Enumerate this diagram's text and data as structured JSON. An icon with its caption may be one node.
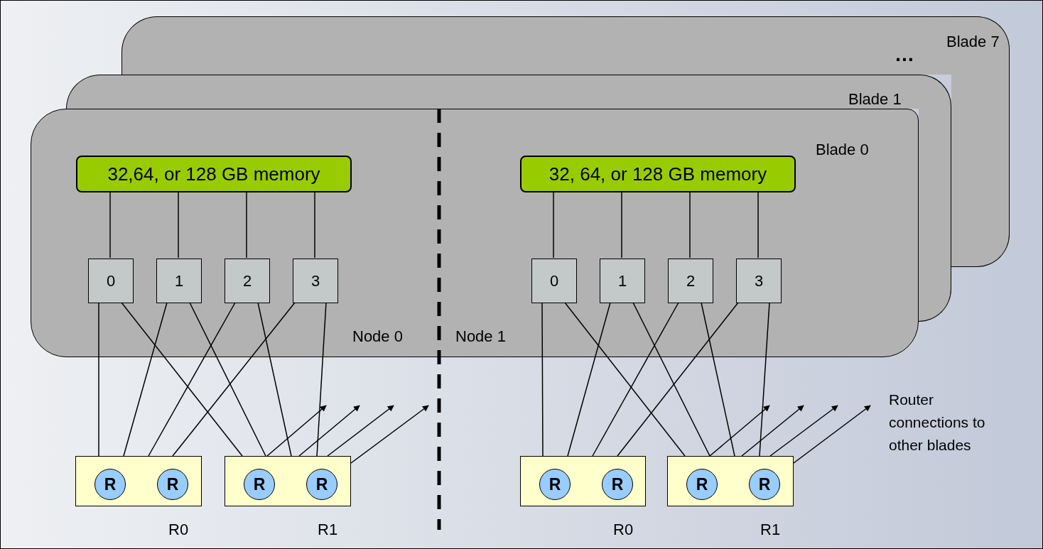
{
  "diagram": {
    "nodes": [
      {
        "text": [
          "Blade 7"
        ]
      },
      {
        "text": [
          "Blade 1"
        ]
      },
      {
        "text": [
          "Blade 0"
        ]
      },
      {
        "text": [
          "32,64, or 128 GB memory"
        ],
        "in": 2
      },
      {
        "text": [
          "0"
        ],
        "in": 2
      },
      {
        "text": [
          "1"
        ],
        "in": 2
      },
      {
        "text": [
          "2"
        ],
        "in": 2
      },
      {
        "text": [
          "3"
        ],
        "in": 2
      },
      {
        "text": [
          "32, 64, or 128 GB memory"
        ],
        "in": 2
      },
      {
        "text": [
          "0"
        ],
        "in": 2
      },
      {
        "text": [
          "1"
        ],
        "in": 2
      },
      {
        "text": [
          "2"
        ],
        "in": 2
      },
      {
        "text": [
          "3"
        ],
        "in": 2
      },
      {
        "text": [],
        "shape": "box",
        "beside": [
          "R0"
        ]
      },
      {
        "text": [
          "R"
        ],
        "in": 13
      },
      {
        "text": [
          "R"
        ],
        "in": 13
      },
      {
        "text": [],
        "shape": "box",
        "beside": [
          "R1"
        ]
      },
      {
        "text": [
          "R"
        ],
        "in": 16
      },
      {
        "text": [
          "R"
        ],
        "in": 16
      },
      {
        "text": [],
        "shape": "box",
        "beside": [
          "R0"
        ]
      },
      {
        "text": [
          "R"
        ],
        "in": 19
      },
      {
        "text": [
          "R"
        ],
        "in": 19
      },
      {
        "text": [],
        "shape": "box",
        "beside": [
          "R1"
        ]
      },
      {
        "text": [
          "R"
        ],
        "in": 22
      },
      {
        "text": [
          "R"
        ],
        "in": 22
      }
    ],
    "edges": [
      {
        "from": 3,
        "to": 4,
        "arrow": "none"
      },
      {
        "from": 3,
        "to": 5,
        "arrow": "none"
      },
      {
        "from": 3,
        "to": 6,
        "arrow": "none"
      },
      {
        "from": 3,
        "to": 7,
        "arrow": "none"
      },
      {
        "from": 8,
        "to": 9,
        "arrow": "none"
      },
      {
        "from": 8,
        "to": 10,
        "arrow": "none"
      },
      {
        "from": 8,
        "to": 11,
        "arrow": "none"
      },
      {
        "from": 8,
        "to": 12,
        "arrow": "none"
      },
      {
        "from": 4,
        "to": 13,
        "arrow": "none"
      },
      {
        "from": 4,
        "to": 16,
        "arrow": "none"
      },
      {
        "from": 5,
        "to": 13,
        "arrow": "none"
      },
      {
        "from": 5,
        "to": 16,
        "arrow": "none"
      },
      {
        "from": 6,
        "to": 13,
        "arrow": "none"
      },
      {
        "from": 6,
        "to": 16,
        "arrow": "none"
      },
      {
        "from": 7,
        "to": 13,
        "arrow": "none"
      },
      {
        "from": 7,
        "to": 16,
        "arrow": "none"
      },
      {
        "from": 9,
        "to": 19,
        "arrow": "none"
      },
      {
        "from": 9,
        "to": 22,
        "arrow": "none"
      },
      {
        "from": 10,
        "to": 19,
        "arrow": "none"
      },
      {
        "from": 10,
        "to": 22,
        "arrow": "none"
      },
      {
        "from": 11,
        "to": 19,
        "arrow": "none"
      },
      {
        "from": 11,
        "to": 22,
        "arrow": "none"
      },
      {
        "from": 12,
        "to": 19,
        "arrow": "none"
      },
      {
        "from": 12,
        "to": 22,
        "arrow": "none"
      },
      {
        "from": 16,
        "to": null,
        "arrow": "to"
      },
      {
        "from": 16,
        "to": null,
        "arrow": "to"
      },
      {
        "from": 16,
        "to": null,
        "arrow": "to"
      },
      {
        "from": 16,
        "to": null,
        "arrow": "to"
      },
      {
        "from": 22,
        "to": null,
        "arrow": "to"
      },
      {
        "from": 22,
        "to": null,
        "arrow": "to"
      },
      {
        "from": 22,
        "to": null,
        "arrow": "to"
      },
      {
        "from": 22,
        "to": null,
        "arrow": "to"
      }
    ],
    "labels": [
      "…",
      "Node 0",
      "Node 1",
      "Router connections to other blades"
    ]
  }
}
